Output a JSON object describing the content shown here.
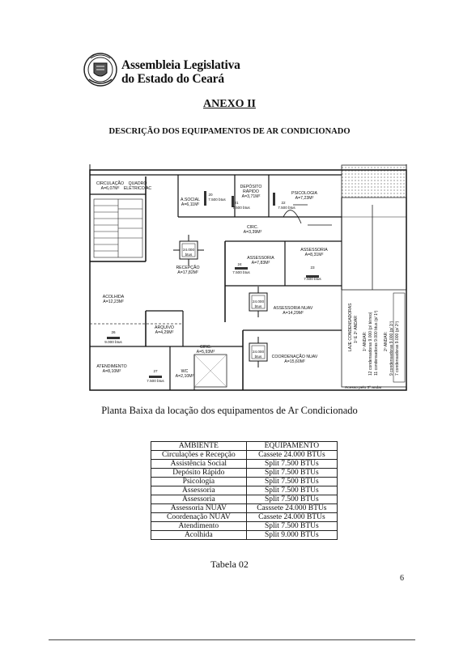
{
  "header": {
    "institution_line1": "Assembleia Legislativa",
    "institution_line2": "do Estado do Ceará",
    "seal_icon": "coat-of-arms-icon"
  },
  "annex_title": "ANEXO II",
  "section_title": "DESCRIÇÃO DOS EQUIPAMENTOS DE AR CONDICIONADO",
  "floor_plan": {
    "rooms": {
      "circulacao": "CIRCULAÇÃO",
      "circulacao_area": "A=6,07M²",
      "quadro": "QUADRO",
      "quadro2": "ELÉTRICO AC",
      "asocial": "A.SOCIAL",
      "asocial_area": "A=6,11M²",
      "deposito": "DEPÓSITO",
      "deposito2": "RÁPIDO",
      "deposito_area": "A=3,71M²",
      "psicologia": "PSICOLOGIA",
      "psicologia_area": "A=7,23M²",
      "circ": "CIRC.",
      "circ_area": "A=3,39M²",
      "assessoria_a": "ASSESSORIA",
      "assessoria_a_area": "A=8,31M²",
      "assessoria_b": "ASSESSORIA",
      "assessoria_b_area": "A=7,83M²",
      "recepcao": "RECEPÇÃO",
      "recepcao_area": "A=17,82M²",
      "acolhida": "ACOLHIDA",
      "acolhida_area": "A=12,23M²",
      "arquivo": "ARQUIVO",
      "arquivo_area": "A=4,29M²",
      "nuav": "ASSESSORIA NUAV",
      "nuav_area": "A=14,29M²",
      "circ2": "CIRC.",
      "circ2_area": "A=5,93M²",
      "coord": "COORDENAÇÃO NUAV",
      "coord_area": "A=15,60M²",
      "atendimento": "ATENDIMENTO",
      "atendimento_area": "A=8,10M²",
      "wc": "WC",
      "wc_area": "A=2,10M²"
    },
    "units": {
      "u20": "20",
      "u20_label": "7.500 btus",
      "u21": "21",
      "u21_label": "7.500 btus",
      "u22": "22",
      "u22_label": "7.500 btus",
      "u23": "23",
      "u23_label": "7.500 btus",
      "u24": "24",
      "u24_label": "7.500 btus",
      "c1": "24.000",
      "c1b": "btus",
      "c2": "24.000",
      "c2b": "btus",
      "c3": "24.000",
      "c3b": "btus",
      "u26": "26",
      "u26_label": "9.000 btus",
      "u27": "27",
      "u27_label": "7.500 btus"
    },
    "notes": {
      "laje": "LAJE CONDENSADORAS",
      "laje2": "1º E 2º ANDAR",
      "n1": "1º ANDAR:",
      "n2": "12 condensadoras 9.000 (p/ térreo)",
      "n3": "11 condensadoras 9.000 btus (p/ 1º)",
      "n4": "2º ANDAR:",
      "n5": "9 condensadoras 9.000 (p/ 1º)",
      "n6": "7 condensadoras 9.000 (p/ 2º)",
      "acesso": "Acesso pelo 3º andar"
    }
  },
  "plan_caption": "Planta Baixa da locação dos equipamentos de Ar Condicionado",
  "table": {
    "headers": [
      "AMBIENTE",
      "EQUIPAMENTO"
    ],
    "rows": [
      [
        "Circulações e Recepção",
        "Cassete 24.000 BTUs"
      ],
      [
        "Assistência Social",
        "Split 7.500 BTUs"
      ],
      [
        "Depósito Rápido",
        "Split 7.500 BTUs"
      ],
      [
        "Psicologia",
        "Split 7.500 BTUs"
      ],
      [
        "Assessoria",
        "Split 7.500 BTUs"
      ],
      [
        "Assessoria",
        "Split 7.500 BTUs"
      ],
      [
        "Assessoria NUAV",
        "Casssete 24.000 BTUs"
      ],
      [
        "Coordenação NUAV",
        "Cassete 24.000 BTUs"
      ],
      [
        "Atendimento",
        "Split 7.500 BTUs"
      ],
      [
        "Acolhida",
        "Split 9.000 BTUs"
      ]
    ]
  },
  "table_caption": "Tabela 02",
  "page_number": "6"
}
